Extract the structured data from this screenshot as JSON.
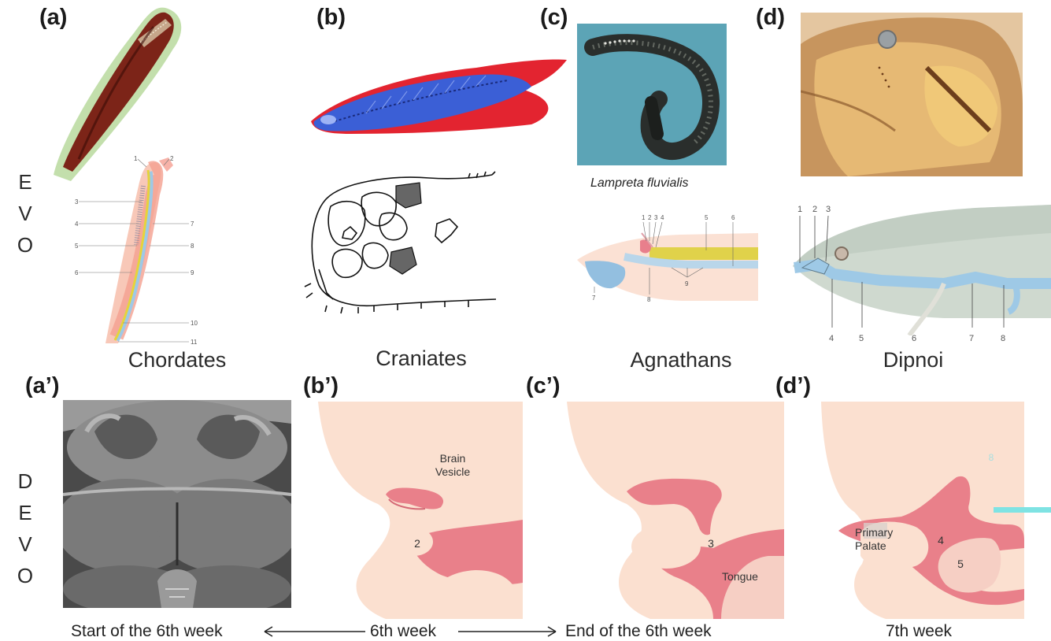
{
  "panels_top": [
    {
      "id": "a",
      "label": "(a)",
      "group": "Chordates"
    },
    {
      "id": "b",
      "label": "(b)",
      "group": "Craniates"
    },
    {
      "id": "c",
      "label": "(c)",
      "group": "Agnathans"
    },
    {
      "id": "d",
      "label": "(d)",
      "group": "Dipnoi"
    }
  ],
  "panels_bottom": [
    {
      "id": "a2",
      "label": "(a’)"
    },
    {
      "id": "b2",
      "label": "(b’)"
    },
    {
      "id": "c2",
      "label": "(c’)"
    },
    {
      "id": "d2",
      "label": "(d’)"
    }
  ],
  "side_labels": {
    "evo": [
      "E",
      "V",
      "O"
    ],
    "devo": [
      "D",
      "E",
      "V",
      "O"
    ]
  },
  "species_caption": "Lampreta fluvialis",
  "amphioxus_numbers": [
    "1",
    "2",
    "3",
    "4",
    "5",
    "6",
    "7",
    "8",
    "9",
    "10",
    "11"
  ],
  "lamprey_numbers": [
    "1",
    "2",
    "3",
    "4",
    "5",
    "6",
    "7",
    "8",
    "9"
  ],
  "dipnoi_numbers": [
    "1",
    "2",
    "3",
    "4",
    "5",
    "6",
    "7",
    "8"
  ],
  "embryo_labels": {
    "b2": {
      "brain": "Brain\nVesicle",
      "n2": "2"
    },
    "c2": {
      "n3": "3",
      "tongue": "Tongue"
    },
    "d2": {
      "palate": "Primary\nPalate",
      "n4": "4",
      "n5": "5",
      "n8": "8"
    }
  },
  "timeline": {
    "start": "Start of the 6th week",
    "mid": "6th week",
    "end": "End of the 6th week",
    "last": "7th week"
  },
  "colors": {
    "skin": "#f9dccb",
    "cavity": "#e9808a",
    "cavity_light": "#f2a2a8",
    "notochord": "#b8d8ec",
    "neural": "#e8d23a",
    "blue_stain": "#3b5fd6",
    "red_stain": "#e32430",
    "sem_gray": "#6c6c6c"
  }
}
